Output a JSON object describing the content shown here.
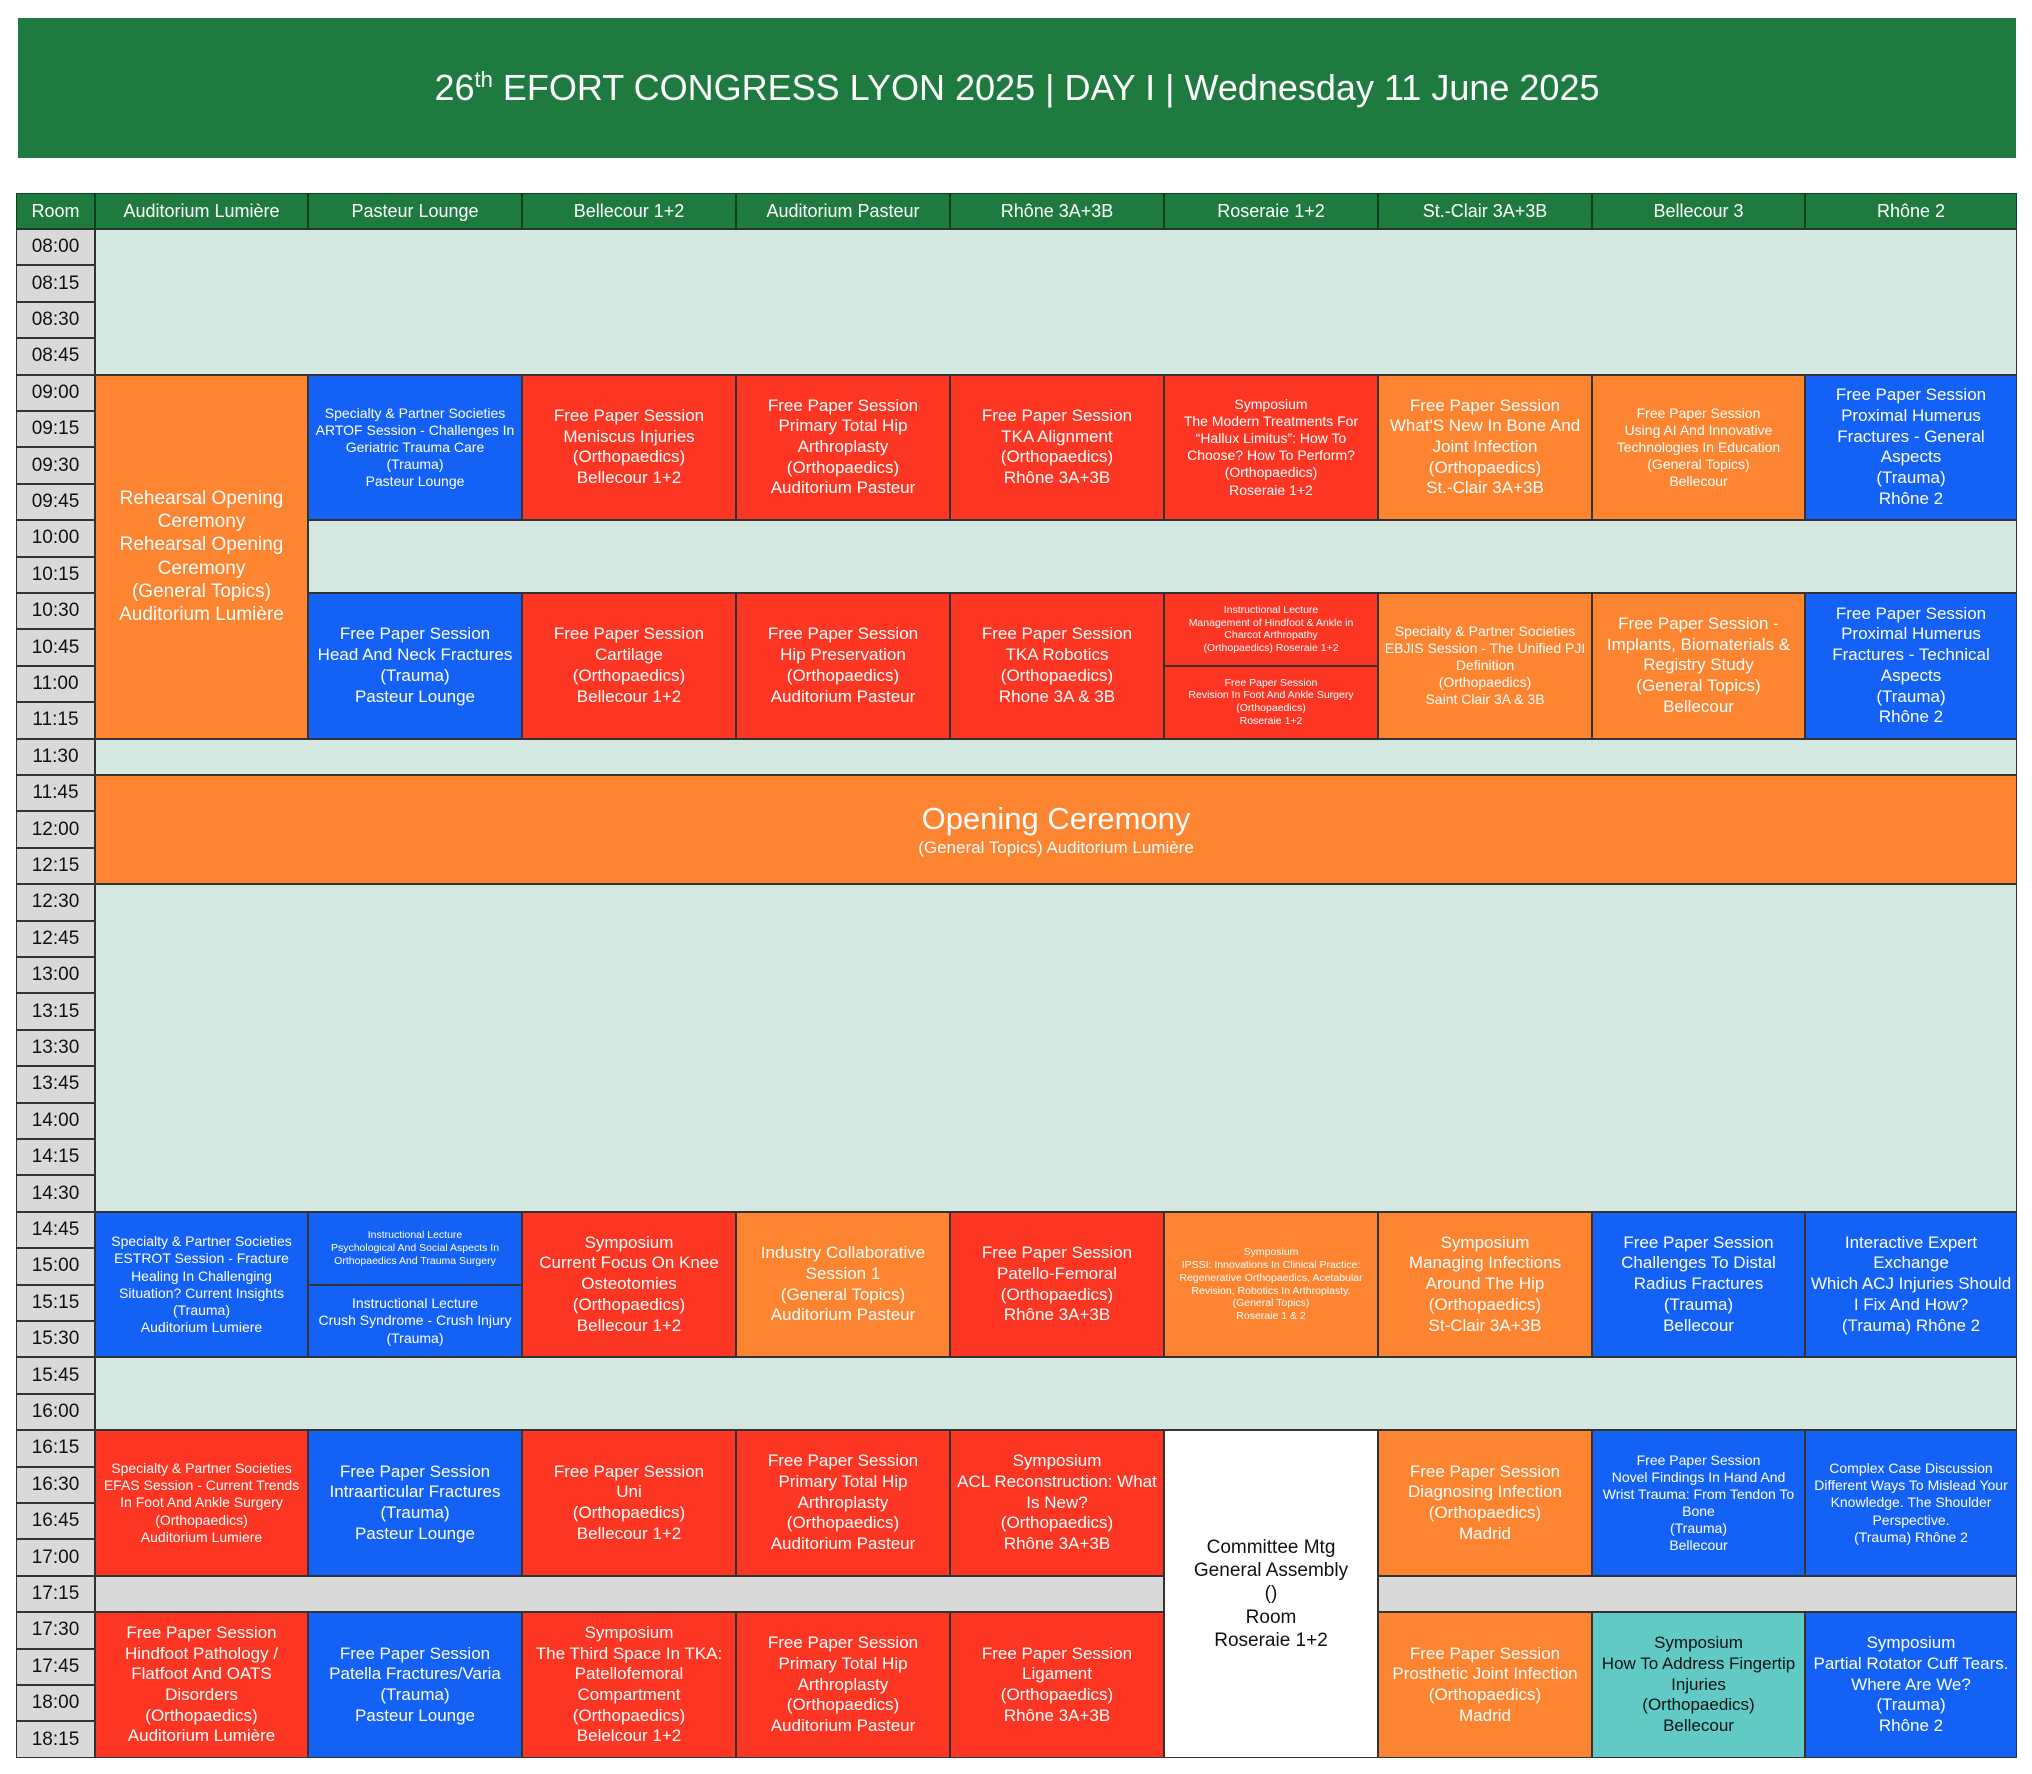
{
  "banner": {
    "prefix": "26",
    "suffix_sup": "th",
    "rest": " EFORT CONGRESS LYON 2025 | DAY I | Wednesday 11 June 2025",
    "color": "#1e7a3e"
  },
  "header": {
    "room_label": "Room",
    "rooms": [
      "Auditorium Lumière",
      "Pasteur Lounge",
      "Bellecour 1+2",
      "Auditorium Pasteur",
      "Rhône 3A+3B",
      "Roseraie 1+2",
      "St.-Clair 3A+3B",
      "Bellecour 3",
      "Rhône 2"
    ]
  },
  "times": [
    "08:00",
    "08:15",
    "08:30",
    "08:45",
    "09:00",
    "09:15",
    "09:30",
    "09:45",
    "10:00",
    "10:15",
    "10:30",
    "10:45",
    "11:00",
    "11:15",
    "11:30",
    "11:45",
    "12:00",
    "12:15",
    "12:30",
    "12:45",
    "13:00",
    "13:15",
    "13:30",
    "13:45",
    "14:00",
    "14:15",
    "14:30",
    "14:45",
    "15:00",
    "15:15",
    "15:30",
    "15:45",
    "16:00",
    "16:15",
    "16:30",
    "16:45",
    "17:00",
    "17:15",
    "17:30",
    "17:45",
    "18:00",
    "18:15"
  ],
  "colors": {
    "orange": "#fd8431",
    "red": "#fd3523",
    "blue": "#1461f5",
    "teal": "#61cac4",
    "background": "#d4e7e1",
    "gray": "#d9d9d9"
  },
  "opening_ceremony": {
    "title": "Opening Ceremony",
    "subtitle": "(General Topics) Auditorium Lumière"
  },
  "sessions": [
    {
      "col": 0,
      "start": 4,
      "span": 10,
      "color": "orange",
      "size": "l",
      "lines": [
        "Rehearsal Opening Ceremony",
        "Rehearsal Opening Ceremony",
        "(General Topics)",
        "Auditorium Lumière"
      ]
    },
    {
      "col": 1,
      "start": 4,
      "span": 4,
      "color": "blue",
      "size": "s",
      "lines": [
        "Specialty & Partner Societies",
        "ARTOF Session - Challenges In Geriatric Trauma Care",
        "(Trauma)",
        "Pasteur Lounge"
      ]
    },
    {
      "col": 2,
      "start": 4,
      "span": 4,
      "color": "red",
      "size": "m",
      "lines": [
        "Free Paper Session",
        "Meniscus Injuries",
        "(Orthopaedics)",
        "Bellecour 1+2"
      ]
    },
    {
      "col": 3,
      "start": 4,
      "span": 4,
      "color": "red",
      "size": "m",
      "lines": [
        "Free Paper Session",
        "Primary Total Hip Arthroplasty",
        "(Orthopaedics)",
        "Auditorium Pasteur"
      ]
    },
    {
      "col": 4,
      "start": 4,
      "span": 4,
      "color": "red",
      "size": "m",
      "lines": [
        "Free Paper Session",
        "TKA Alignment",
        "(Orthopaedics)",
        "Rhône 3A+3B"
      ]
    },
    {
      "col": 5,
      "start": 4,
      "span": 4,
      "color": "red",
      "size": "s",
      "lines": [
        "Symposium",
        "The Modern Treatments For “Hallux Limitus”: How To Choose? How To Perform?",
        "(Orthopaedics)",
        "Roseraie 1+2"
      ]
    },
    {
      "col": 6,
      "start": 4,
      "span": 4,
      "color": "orange",
      "size": "m",
      "lines": [
        "Free Paper Session",
        "What'S New In Bone And Joint Infection",
        "(Orthopaedics)",
        "St.-Clair 3A+3B"
      ]
    },
    {
      "col": 7,
      "start": 4,
      "span": 4,
      "color": "orange",
      "size": "s",
      "lines": [
        "Free Paper Session",
        "Using AI And Innovative Technologies In Education",
        "(General Topics)",
        "Bellecour"
      ]
    },
    {
      "col": 8,
      "start": 4,
      "span": 4,
      "color": "blue",
      "size": "m",
      "lines": [
        "Free Paper Session",
        "Proximal Humerus Fractures - General Aspects",
        "(Trauma)",
        "Rhône 2"
      ]
    },
    {
      "col": 1,
      "start": 10,
      "span": 4,
      "color": "blue",
      "size": "m",
      "lines": [
        "Free Paper Session",
        "Head And Neck Fractures",
        "(Trauma)",
        "Pasteur Lounge"
      ]
    },
    {
      "col": 2,
      "start": 10,
      "span": 4,
      "color": "red",
      "size": "m",
      "lines": [
        "Free Paper Session",
        "Cartilage",
        "(Orthopaedics)",
        "Bellecour 1+2"
      ]
    },
    {
      "col": 3,
      "start": 10,
      "span": 4,
      "color": "red",
      "size": "m",
      "lines": [
        "Free Paper Session",
        "Hip Preservation",
        "(Orthopaedics)",
        "Auditorium Pasteur"
      ]
    },
    {
      "col": 4,
      "start": 10,
      "span": 4,
      "color": "red",
      "size": "m",
      "lines": [
        "Free Paper Session",
        "TKA Robotics",
        "(Orthopaedics)",
        "Rhone 3A & 3B"
      ]
    },
    {
      "col": 5,
      "start": 10,
      "span": 2,
      "color": "red",
      "size": "xxs",
      "lines": [
        "Instructional Lecture",
        "Management of Hindfoot & Ankle in Charcot Arthropathy",
        "(Orthopaedics) Roseraie 1+2"
      ]
    },
    {
      "col": 5,
      "start": 12,
      "span": 2,
      "color": "red",
      "size": "xxs",
      "lines": [
        "Free Paper Session",
        "Revision In Foot And Ankle Surgery",
        "(Orthopaedics)",
        "Roseraie 1+2"
      ]
    },
    {
      "col": 6,
      "start": 10,
      "span": 4,
      "color": "orange",
      "size": "fpj",
      "lines": [
        "Specialty & Partner Societies",
        "EBJIS Session - The Unified PJI Definition",
        "(Orthopaedics)",
        "Saint Clair 3A & 3B"
      ]
    },
    {
      "col": 7,
      "start": 10,
      "span": 4,
      "color": "orange",
      "size": "m",
      "lines": [
        "Free Paper Session - Implants, Biomaterials & Registry Study",
        "(General Topics)",
        "Bellecour"
      ]
    },
    {
      "col": 8,
      "start": 10,
      "span": 4,
      "color": "blue",
      "size": "m",
      "lines": [
        "Free Paper Session",
        "Proximal Humerus Fractures - Technical Aspects",
        "(Trauma)",
        "Rhône 2"
      ]
    },
    {
      "col": 0,
      "start": 27,
      "span": 4,
      "color": "blue",
      "size": "s",
      "lines": [
        "Specialty & Partner Societies",
        "ESTROT Session - Fracture Healing In Challenging Situation? Current Insights",
        "(Trauma)",
        "Auditorium Lumiere"
      ]
    },
    {
      "col": 1,
      "start": 27,
      "span": 2,
      "color": "blue",
      "size": "xxs",
      "lines": [
        "Instructional Lecture",
        "Psychological And Social Aspects In Orthopaedics And Trauma Surgery"
      ]
    },
    {
      "col": 1,
      "start": 29,
      "span": 2,
      "color": "blue",
      "size": "s",
      "lines": [
        "Instructional Lecture",
        "Crush Syndrome - Crush Injury (Trauma)"
      ]
    },
    {
      "col": 2,
      "start": 27,
      "span": 4,
      "color": "red",
      "size": "m",
      "lines": [
        "Symposium",
        "Current Focus On Knee Osteotomies",
        "(Orthopaedics)",
        "Bellecour 1+2"
      ]
    },
    {
      "col": 3,
      "start": 27,
      "span": 4,
      "color": "orange",
      "size": "m",
      "lines": [
        "Industry Collaborative Session  1",
        "(General Topics)",
        "Auditorium Pasteur"
      ]
    },
    {
      "col": 4,
      "start": 27,
      "span": 4,
      "color": "red",
      "size": "m",
      "lines": [
        "Free Paper Session",
        "Patello-Femoral",
        "(Orthopaedics)",
        "Rhône 3A+3B"
      ]
    },
    {
      "col": 5,
      "start": 27,
      "span": 4,
      "color": "orange",
      "size": "xxs",
      "lines": [
        "Symposium",
        "IPSSI: Innovations In Clinical Practice: Regenerative Orthopaedics, Acetabular Revision, Robotics In Arthroplasty.",
        "(General Topics)",
        "Roseraie 1 & 2"
      ]
    },
    {
      "col": 6,
      "start": 27,
      "span": 4,
      "color": "orange",
      "size": "m",
      "lines": [
        "Symposium",
        "Managing Infections Around The Hip",
        "(Orthopaedics)",
        "St-Clair 3A+3B"
      ]
    },
    {
      "col": 7,
      "start": 27,
      "span": 4,
      "color": "blue",
      "size": "m",
      "lines": [
        "Free Paper Session",
        "Challenges To Distal Radius Fractures",
        "(Trauma)",
        "Bellecour"
      ]
    },
    {
      "col": 8,
      "start": 27,
      "span": 4,
      "color": "blue",
      "size": "m",
      "lines": [
        "Interactive Expert Exchange",
        "Which ACJ Injuries Should I Fix And How?",
        "(Trauma) Rhône 2"
      ]
    },
    {
      "col": 0,
      "start": 33,
      "span": 4,
      "color": "red",
      "size": "s",
      "lines": [
        "Specialty & Partner Societies",
        "EFAS Session - Current Trends In Foot And Ankle Surgery",
        "(Orthopaedics)",
        "Auditorium Lumiere"
      ]
    },
    {
      "col": 1,
      "start": 33,
      "span": 4,
      "color": "blue",
      "size": "m",
      "lines": [
        "Free Paper Session",
        "Intraarticular Fractures",
        "(Trauma)",
        "Pasteur Lounge"
      ]
    },
    {
      "col": 2,
      "start": 33,
      "span": 4,
      "color": "red",
      "size": "m",
      "lines": [
        "Free Paper Session",
        "Uni",
        "(Orthopaedics)",
        "Bellecour 1+2"
      ]
    },
    {
      "col": 3,
      "start": 33,
      "span": 4,
      "color": "red",
      "size": "m",
      "lines": [
        "Free Paper Session",
        "Primary Total Hip Arthroplasty",
        "(Orthopaedics)",
        "Auditorium Pasteur"
      ]
    },
    {
      "col": 4,
      "start": 33,
      "span": 4,
      "color": "red",
      "size": "m",
      "lines": [
        "Symposium",
        "ACL Reconstruction: What Is New?",
        "(Orthopaedics)",
        "Rhône 3A+3B"
      ]
    },
    {
      "col": 5,
      "start": 33,
      "span": 9,
      "color": "white",
      "size": "l",
      "lines": [
        "Committee Mtg",
        "General Assembly",
        "()",
        "Room",
        "Roseraie 1+2"
      ]
    },
    {
      "col": 6,
      "start": 33,
      "span": 4,
      "color": "orange",
      "size": "m",
      "lines": [
        "Free Paper Session",
        "Diagnosing Infection",
        "(Orthopaedics)",
        "Madrid"
      ]
    },
    {
      "col": 7,
      "start": 33,
      "span": 4,
      "color": "blue",
      "size": "s",
      "lines": [
        "Free Paper Session",
        "Novel Findings In Hand And Wrist Trauma: From Tendon To Bone",
        "(Trauma)",
        "Bellecour"
      ]
    },
    {
      "col": 8,
      "start": 33,
      "span": 4,
      "color": "blue",
      "size": "s",
      "lines": [
        "Complex Case Discussion",
        "Different Ways To Mislead Your Knowledge. The Shoulder Perspective.",
        "(Trauma) Rhône 2"
      ]
    },
    {
      "col": 0,
      "start": 38,
      "span": 4,
      "color": "red",
      "size": "m",
      "lines": [
        "Free Paper Session",
        "Hindfoot Pathology / Flatfoot And OATS Disorders",
        "(Orthopaedics)",
        "Auditorium Lumière"
      ]
    },
    {
      "col": 1,
      "start": 38,
      "span": 4,
      "color": "blue",
      "size": "m",
      "lines": [
        "Free Paper Session",
        "Patella Fractures/Varia",
        "(Trauma)",
        "Pasteur Lounge"
      ]
    },
    {
      "col": 2,
      "start": 38,
      "span": 4,
      "color": "red",
      "size": "m",
      "lines": [
        "Symposium",
        "The Third Space In TKA: Patellofemoral Compartment",
        "(Orthopaedics)",
        "Belelcour 1+2"
      ]
    },
    {
      "col": 3,
      "start": 38,
      "span": 4,
      "color": "red",
      "size": "m",
      "lines": [
        "Free Paper Session",
        "Primary Total Hip Arthroplasty",
        "(Orthopaedics)",
        "Auditorium Pasteur"
      ]
    },
    {
      "col": 4,
      "start": 38,
      "span": 4,
      "color": "red",
      "size": "m",
      "lines": [
        "Free Paper Session",
        "Ligament",
        "(Orthopaedics)",
        "Rhône 3A+3B"
      ]
    },
    {
      "col": 6,
      "start": 38,
      "span": 4,
      "color": "orange",
      "size": "m",
      "lines": [
        "Free Paper Session",
        "Prosthetic Joint Infection",
        "(Orthopaedics)",
        "Madrid"
      ]
    },
    {
      "col": 7,
      "start": 38,
      "span": 4,
      "color": "teal",
      "size": "m",
      "lines": [
        "Symposium",
        "How To Address Fingertip Injuries",
        "(Orthopaedics)",
        "Bellecour"
      ]
    },
    {
      "col": 8,
      "start": 38,
      "span": 4,
      "color": "blue",
      "size": "m",
      "lines": [
        "Symposium",
        "Partial Rotator Cuff Tears. Where Are We?",
        "(Trauma)",
        "Rhône 2"
      ]
    }
  ]
}
